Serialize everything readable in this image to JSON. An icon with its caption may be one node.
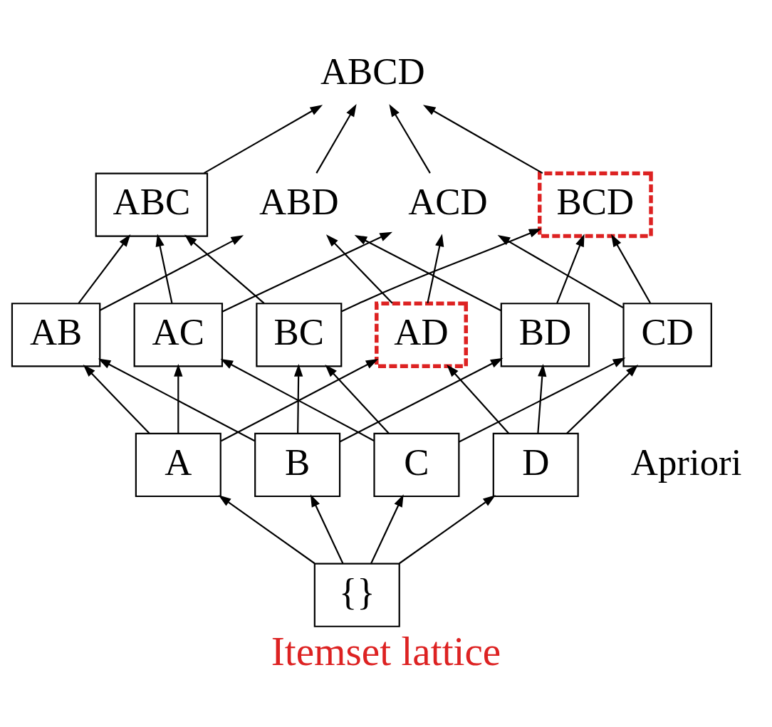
{
  "diagram": {
    "caption": "Itemset lattice",
    "nodes": [
      {
        "text": [
          "ABCD"
        ]
      },
      {
        "text": [
          "ABC"
        ]
      },
      {
        "text": [
          "ABD"
        ]
      },
      {
        "text": [
          "ACD"
        ]
      },
      {
        "text": [
          "BCD"
        ]
      },
      {
        "text": [
          "AB"
        ]
      },
      {
        "text": [
          "AC"
        ]
      },
      {
        "text": [
          "BC"
        ]
      },
      {
        "text": [
          "AD"
        ]
      },
      {
        "text": [
          "BD"
        ]
      },
      {
        "text": [
          "CD"
        ]
      },
      {
        "text": [
          "A"
        ]
      },
      {
        "text": [
          "B"
        ]
      },
      {
        "text": [
          "C"
        ]
      },
      {
        "text": [
          "D"
        ]
      },
      {
        "text": [
          "{}"
        ]
      }
    ],
    "edges": [
      {
        "from": 15,
        "to": 11,
        "arrow": "to"
      },
      {
        "from": 15,
        "to": 12,
        "arrow": "to"
      },
      {
        "from": 15,
        "to": 13,
        "arrow": "to"
      },
      {
        "from": 15,
        "to": 14,
        "arrow": "to"
      },
      {
        "from": 11,
        "to": 5,
        "arrow": "to"
      },
      {
        "from": 11,
        "to": 6,
        "arrow": "to"
      },
      {
        "from": 11,
        "to": 8,
        "arrow": "to"
      },
      {
        "from": 12,
        "to": 5,
        "arrow": "to"
      },
      {
        "from": 12,
        "to": 7,
        "arrow": "to"
      },
      {
        "from": 12,
        "to": 9,
        "arrow": "to"
      },
      {
        "from": 13,
        "to": 6,
        "arrow": "to"
      },
      {
        "from": 13,
        "to": 7,
        "arrow": "to"
      },
      {
        "from": 13,
        "to": 10,
        "arrow": "to"
      },
      {
        "from": 14,
        "to": 8,
        "arrow": "to"
      },
      {
        "from": 14,
        "to": 9,
        "arrow": "to"
      },
      {
        "from": 14,
        "to": 10,
        "arrow": "to"
      },
      {
        "from": 5,
        "to": 1,
        "arrow": "to"
      },
      {
        "from": 5,
        "to": 2,
        "arrow": "to"
      },
      {
        "from": 6,
        "to": 1,
        "arrow": "to"
      },
      {
        "from": 6,
        "to": 3,
        "arrow": "to"
      },
      {
        "from": 7,
        "to": 1,
        "arrow": "to"
      },
      {
        "from": 7,
        "to": 4,
        "arrow": "to"
      },
      {
        "from": 8,
        "to": 2,
        "arrow": "to"
      },
      {
        "from": 8,
        "to": 3,
        "arrow": "to"
      },
      {
        "from": 9,
        "to": 2,
        "arrow": "to"
      },
      {
        "from": 9,
        "to": 4,
        "arrow": "to"
      },
      {
        "from": 10,
        "to": 3,
        "arrow": "to"
      },
      {
        "from": 10,
        "to": 4,
        "arrow": "to"
      },
      {
        "from": 1,
        "to": 0,
        "arrow": "to"
      },
      {
        "from": 2,
        "to": 0,
        "arrow": "to"
      },
      {
        "from": 3,
        "to": 0,
        "arrow": "to"
      },
      {
        "from": 4,
        "to": 0,
        "arrow": "to"
      }
    ],
    "labels": [
      "Apriori"
    ]
  }
}
